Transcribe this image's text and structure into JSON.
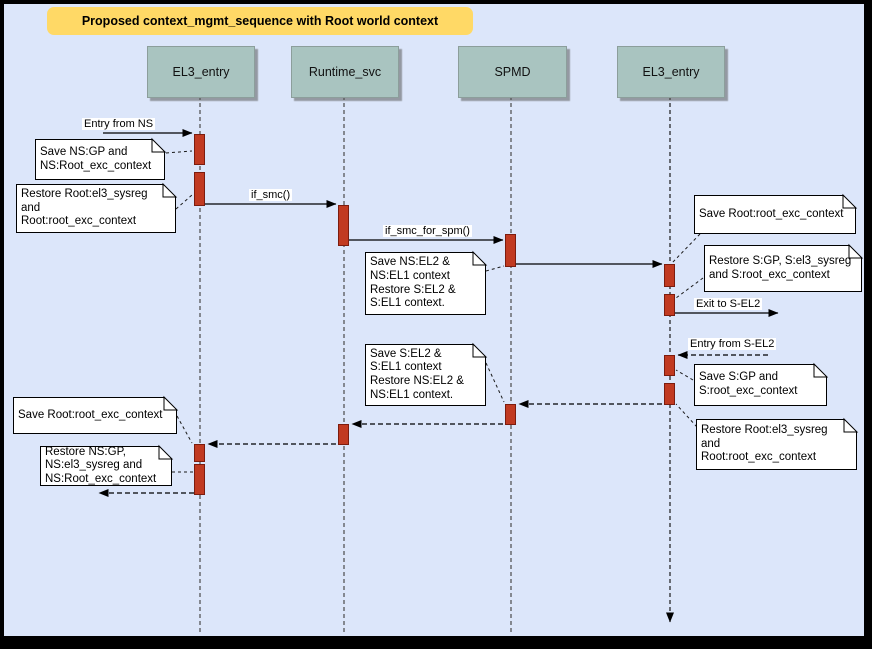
{
  "title": "Proposed context_mgmt_sequence with Root world context",
  "lifelines": [
    "EL3_entry",
    "Runtime_svc",
    "SPMD",
    "EL3_entry"
  ],
  "messages": {
    "entry_from_ns": "Entry from NS",
    "if_smc": "if_smc()",
    "if_smc_for_spm": "if_smc_for_spm()",
    "exit_to_s_el2": "Exit to S-EL2",
    "entry_from_s_el2": "Entry from S-EL2"
  },
  "notes": [
    {
      "text": "Save NS:GP and\nNS:Root_exc_context"
    },
    {
      "text": "Restore Root:el3_sysreg\nand\nRoot:root_exc_context"
    },
    {
      "text": "Save NS:EL2 &\nNS:EL1 context\nRestore S:EL2 &\nS:EL1 context."
    },
    {
      "text": "Save Root:root_exc_context"
    },
    {
      "text": "Restore S:GP, S:el3_sysreg\nand S:root_exc_context"
    },
    {
      "text": "Save S:EL2 &\nS:EL1 context\nRestore NS:EL2 &\nNS:EL1 context."
    },
    {
      "text": "Save S:GP and\nS:root_exc_context"
    },
    {
      "text": "Restore Root:el3_sysreg\nand\nRoot:root_exc_context"
    },
    {
      "text": "Save Root:root_exc_context"
    },
    {
      "text": "Restore NS:GP,\nNS:el3_sysreg and\nNS:Root_exc_context"
    }
  ],
  "colors": {
    "background": "#DCE6FA",
    "frame": "#000000",
    "title_bg": "#FFD966",
    "actor_fill": "#A9C4C0",
    "activation_fill": "#C13A21",
    "activation_border": "#7C1C0E",
    "note_fill": "#FFFFFF"
  }
}
